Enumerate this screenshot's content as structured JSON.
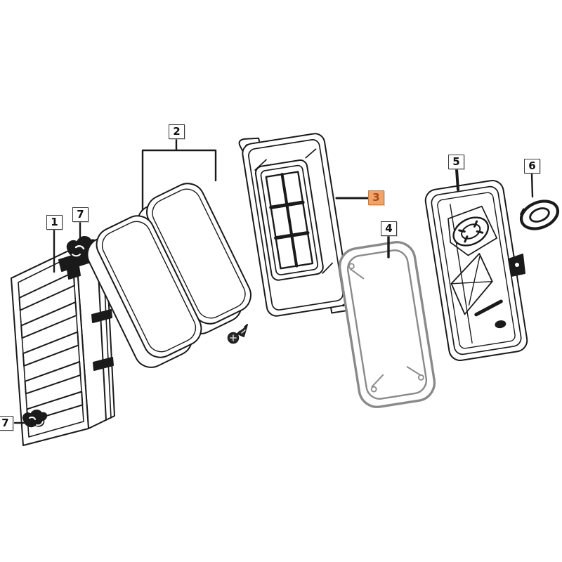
{
  "diagram": {
    "type": "exploded-parts-diagram",
    "background_color": "#ffffff",
    "line_color": "#1a1a1a",
    "gasket_line_color": "#8a8a8a",
    "highlight_fill_color": "#f0a468",
    "highlight_border_color": "#c77b40",
    "highlight_text_color": "#a8481a"
  },
  "callouts": [
    {
      "label": "1",
      "highlighted": false
    },
    {
      "label": "7",
      "highlighted": false
    },
    {
      "label": "2",
      "highlighted": false
    },
    {
      "label": "3",
      "highlighted": true
    },
    {
      "label": "4",
      "highlighted": false
    },
    {
      "label": "5",
      "highlighted": false
    },
    {
      "label": "6",
      "highlighted": false
    },
    {
      "label": "7",
      "highlighted": false
    }
  ]
}
